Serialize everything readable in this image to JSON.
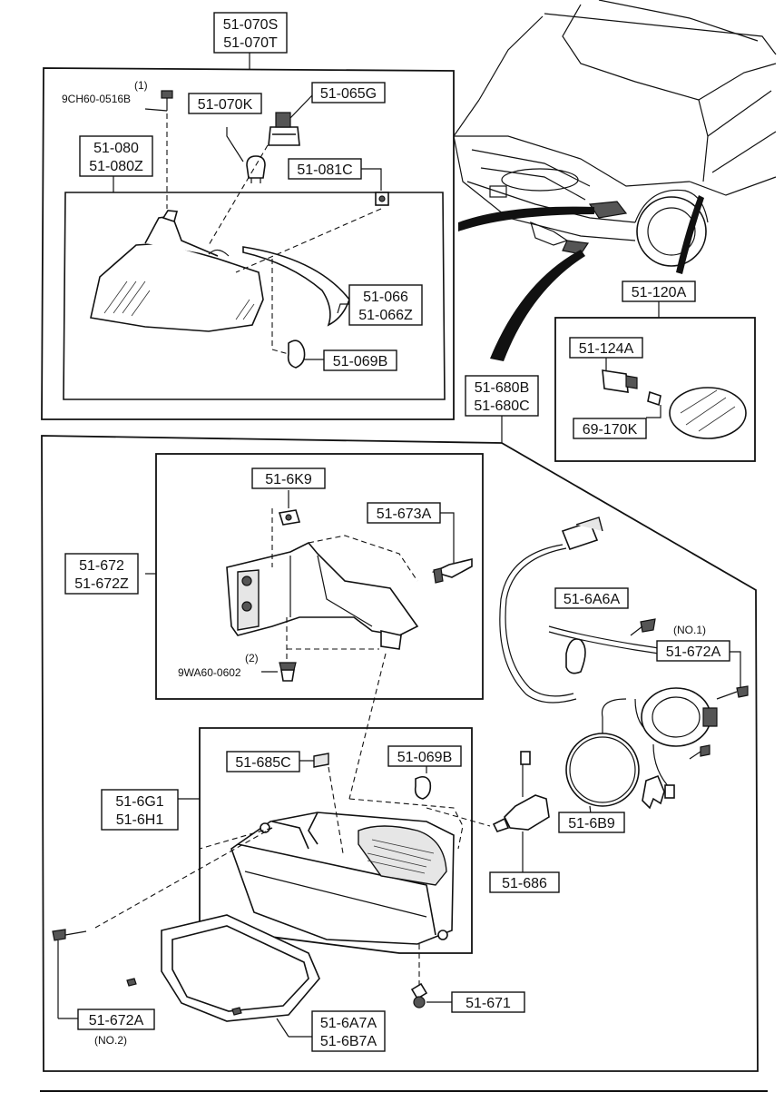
{
  "labels": {
    "corner_assy_a": "51-070S",
    "corner_assy_b": "51-070T",
    "screw_qty": "(1)",
    "screw_no": "9CH60-0516B",
    "bulb": "51-070K",
    "socket": "51-065G",
    "corner_lamp_a": "51-080",
    "corner_lamp_b": "51-080Z",
    "nut": "51-081C",
    "gasket_a": "51-066",
    "gasket_b": "51-066Z",
    "clip_upper": "51-069B",
    "side_marker_assy": "51-120A",
    "side_socket": "51-124A",
    "side_bulb": "69-170K",
    "fog_assy_a": "51-680B",
    "fog_assy_b": "51-680C",
    "bracket_nut": "51-6K9",
    "bracket_bolt": "51-673A",
    "bracket_a": "51-672",
    "bracket_b": "51-672Z",
    "bolt_qty": "(2)",
    "bolt_no": "9WA60-0602",
    "harness": "51-6A6A",
    "screw_no1_note": "(NO.1)",
    "screw_no1": "51-672A",
    "clip_lower": "51-069B",
    "clip_spring": "51-685C",
    "fog_lamp_a": "51-6G1",
    "fog_lamp_b": "51-6H1",
    "oring": "51-6B9",
    "fog_bulb": "51-686",
    "screw_lower": "51-671",
    "screw_no2": "51-672A",
    "screw_no2_note": "(NO.2)",
    "bezel_a": "51-6A7A",
    "bezel_b": "51-6B7A"
  }
}
